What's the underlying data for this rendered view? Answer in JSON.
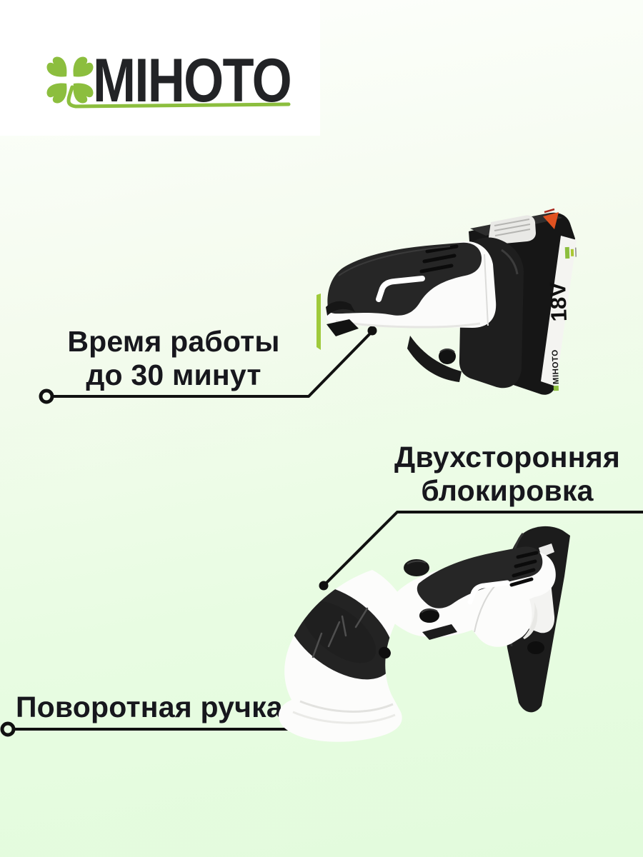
{
  "brand": {
    "name": "MIHOTO",
    "logo_icon": "clover-icon",
    "accent_green": "#8CBE3E",
    "text_color": "#222326"
  },
  "annotations": {
    "runtime": {
      "line1": "Время работы",
      "line2": "до 30 минут"
    },
    "lock": {
      "line1": "Двухсторонняя",
      "line2": "блокировка"
    },
    "rotary": {
      "line1": "Поворотная ручка"
    }
  },
  "battery": {
    "voltage": "18V",
    "brand": "MIHOTO",
    "gauge_icon": "battery-level-icon",
    "accent_orange": "#e05220"
  },
  "colors": {
    "background_top": "#fdfffc",
    "background_bottom": "#e2fbdc",
    "annotation_text": "#17171d",
    "callout_line": "#111111",
    "tool_body_white": "#fbfbfa",
    "tool_grip_black": "#262626"
  }
}
